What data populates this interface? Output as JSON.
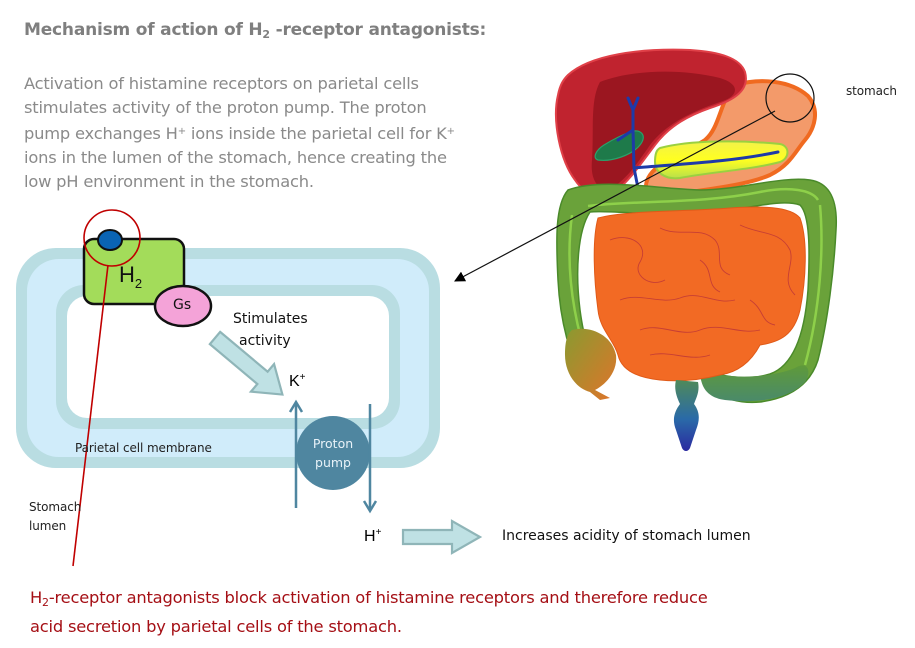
{
  "title": {
    "prefix": "Mechanism of action of H",
    "sub": "2",
    "suffix": " -receptor antagonists:"
  },
  "intro": {
    "lines": [
      "Activation of histamine receptors on parietal cells",
      "stimulates activity of the proton pump.  The proton",
      "ions in the lumen of the stomach, hence creating the",
      "low pH environment in the stomach."
    ],
    "line3_part1": "pump exchanges H",
    "line3_sup1": "+",
    "line3_part2": " ions inside the parietal cell for K",
    "line3_sup2": "+"
  },
  "diagram": {
    "receptor_label": "H",
    "receptor_sub": "2",
    "gprotein_label": "Gs",
    "stimulates_line1": "Stimulates",
    "stimulates_line2": "activity",
    "k_ion": "K",
    "h_ion": "H",
    "ion_charge": "+",
    "pump_line1": "Proton",
    "pump_line2": "pump",
    "membrane_label": "Parietal  cell  membrane",
    "lumen_line1": "Stomach",
    "lumen_line2": "lumen",
    "result_label": "Increases acidity of stomach lumen",
    "colors": {
      "membrane_outer": "#b9dde2",
      "membrane_fill": "#d0ecfa",
      "receptor": "#a3dc5a",
      "histamine": "#0a64b4",
      "gprotein": "#f4a3d8",
      "pump": "#4f86a0",
      "arrow_fill": "#bfe1e4",
      "arrow_stroke": "#8fb5b8",
      "highlight_red": "#c00000"
    }
  },
  "anatomy": {
    "callout_label": "stomach",
    "organs": [
      "liver",
      "gallbladder",
      "bile-duct",
      "stomach",
      "pancreas",
      "large-intestine",
      "small-intestine",
      "appendix",
      "rectum"
    ]
  },
  "conclusion": {
    "line1_prefix": "H",
    "line1_sub": "2",
    "line1_suffix": "-receptor antagonists block activation of histamine receptors and therefore reduce",
    "line2": "acid secretion by parietal cells of the stomach.",
    "color": "#a50f15"
  }
}
